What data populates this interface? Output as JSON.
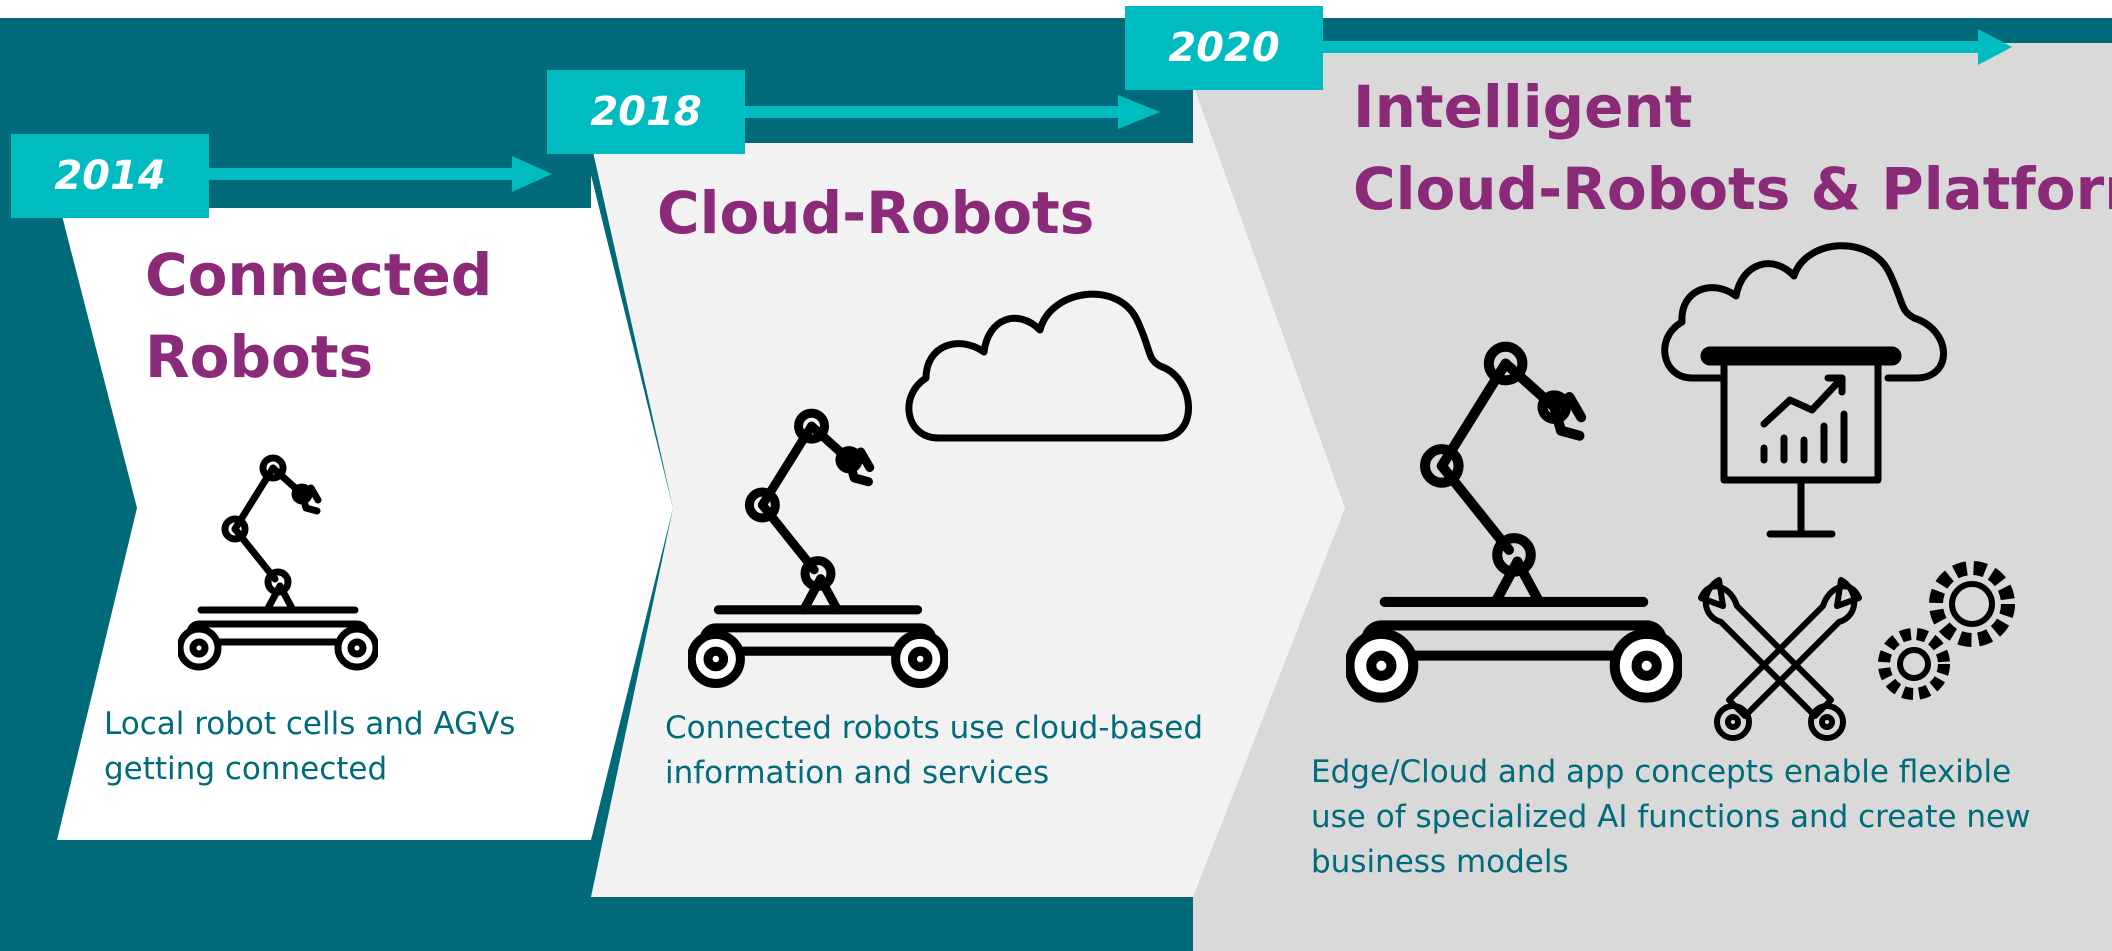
{
  "stages": [
    {
      "year": "2014",
      "title_lines": [
        "Connected",
        "Robots"
      ],
      "desc_lines": [
        "Local robot cells and AGVs",
        "getting connected"
      ]
    },
    {
      "year": "2018",
      "title_lines": [
        "Cloud-Robots"
      ],
      "desc_lines": [
        "Connected robots use cloud-based",
        "information and services"
      ]
    },
    {
      "year": "2020",
      "title_lines": [
        "Intelligent",
        "Cloud-Robots & Platforms"
      ],
      "desc_lines": [
        "Edge/Cloud and app concepts enable flexible",
        "use of specialized AI functions and create new",
        "business models"
      ]
    }
  ],
  "icons": [
    "robot-arm-icon",
    "cloud-icon",
    "cloud-analytics-icon",
    "wrench-icon",
    "gears-icon"
  ],
  "colors": {
    "dark_teal": "#006a78",
    "cyan": "#00bcc0",
    "purple": "#8a2a78",
    "text_teal": "#006c7a",
    "panel_2": "#f2f2f2",
    "panel_3": "#d9d9d9"
  }
}
